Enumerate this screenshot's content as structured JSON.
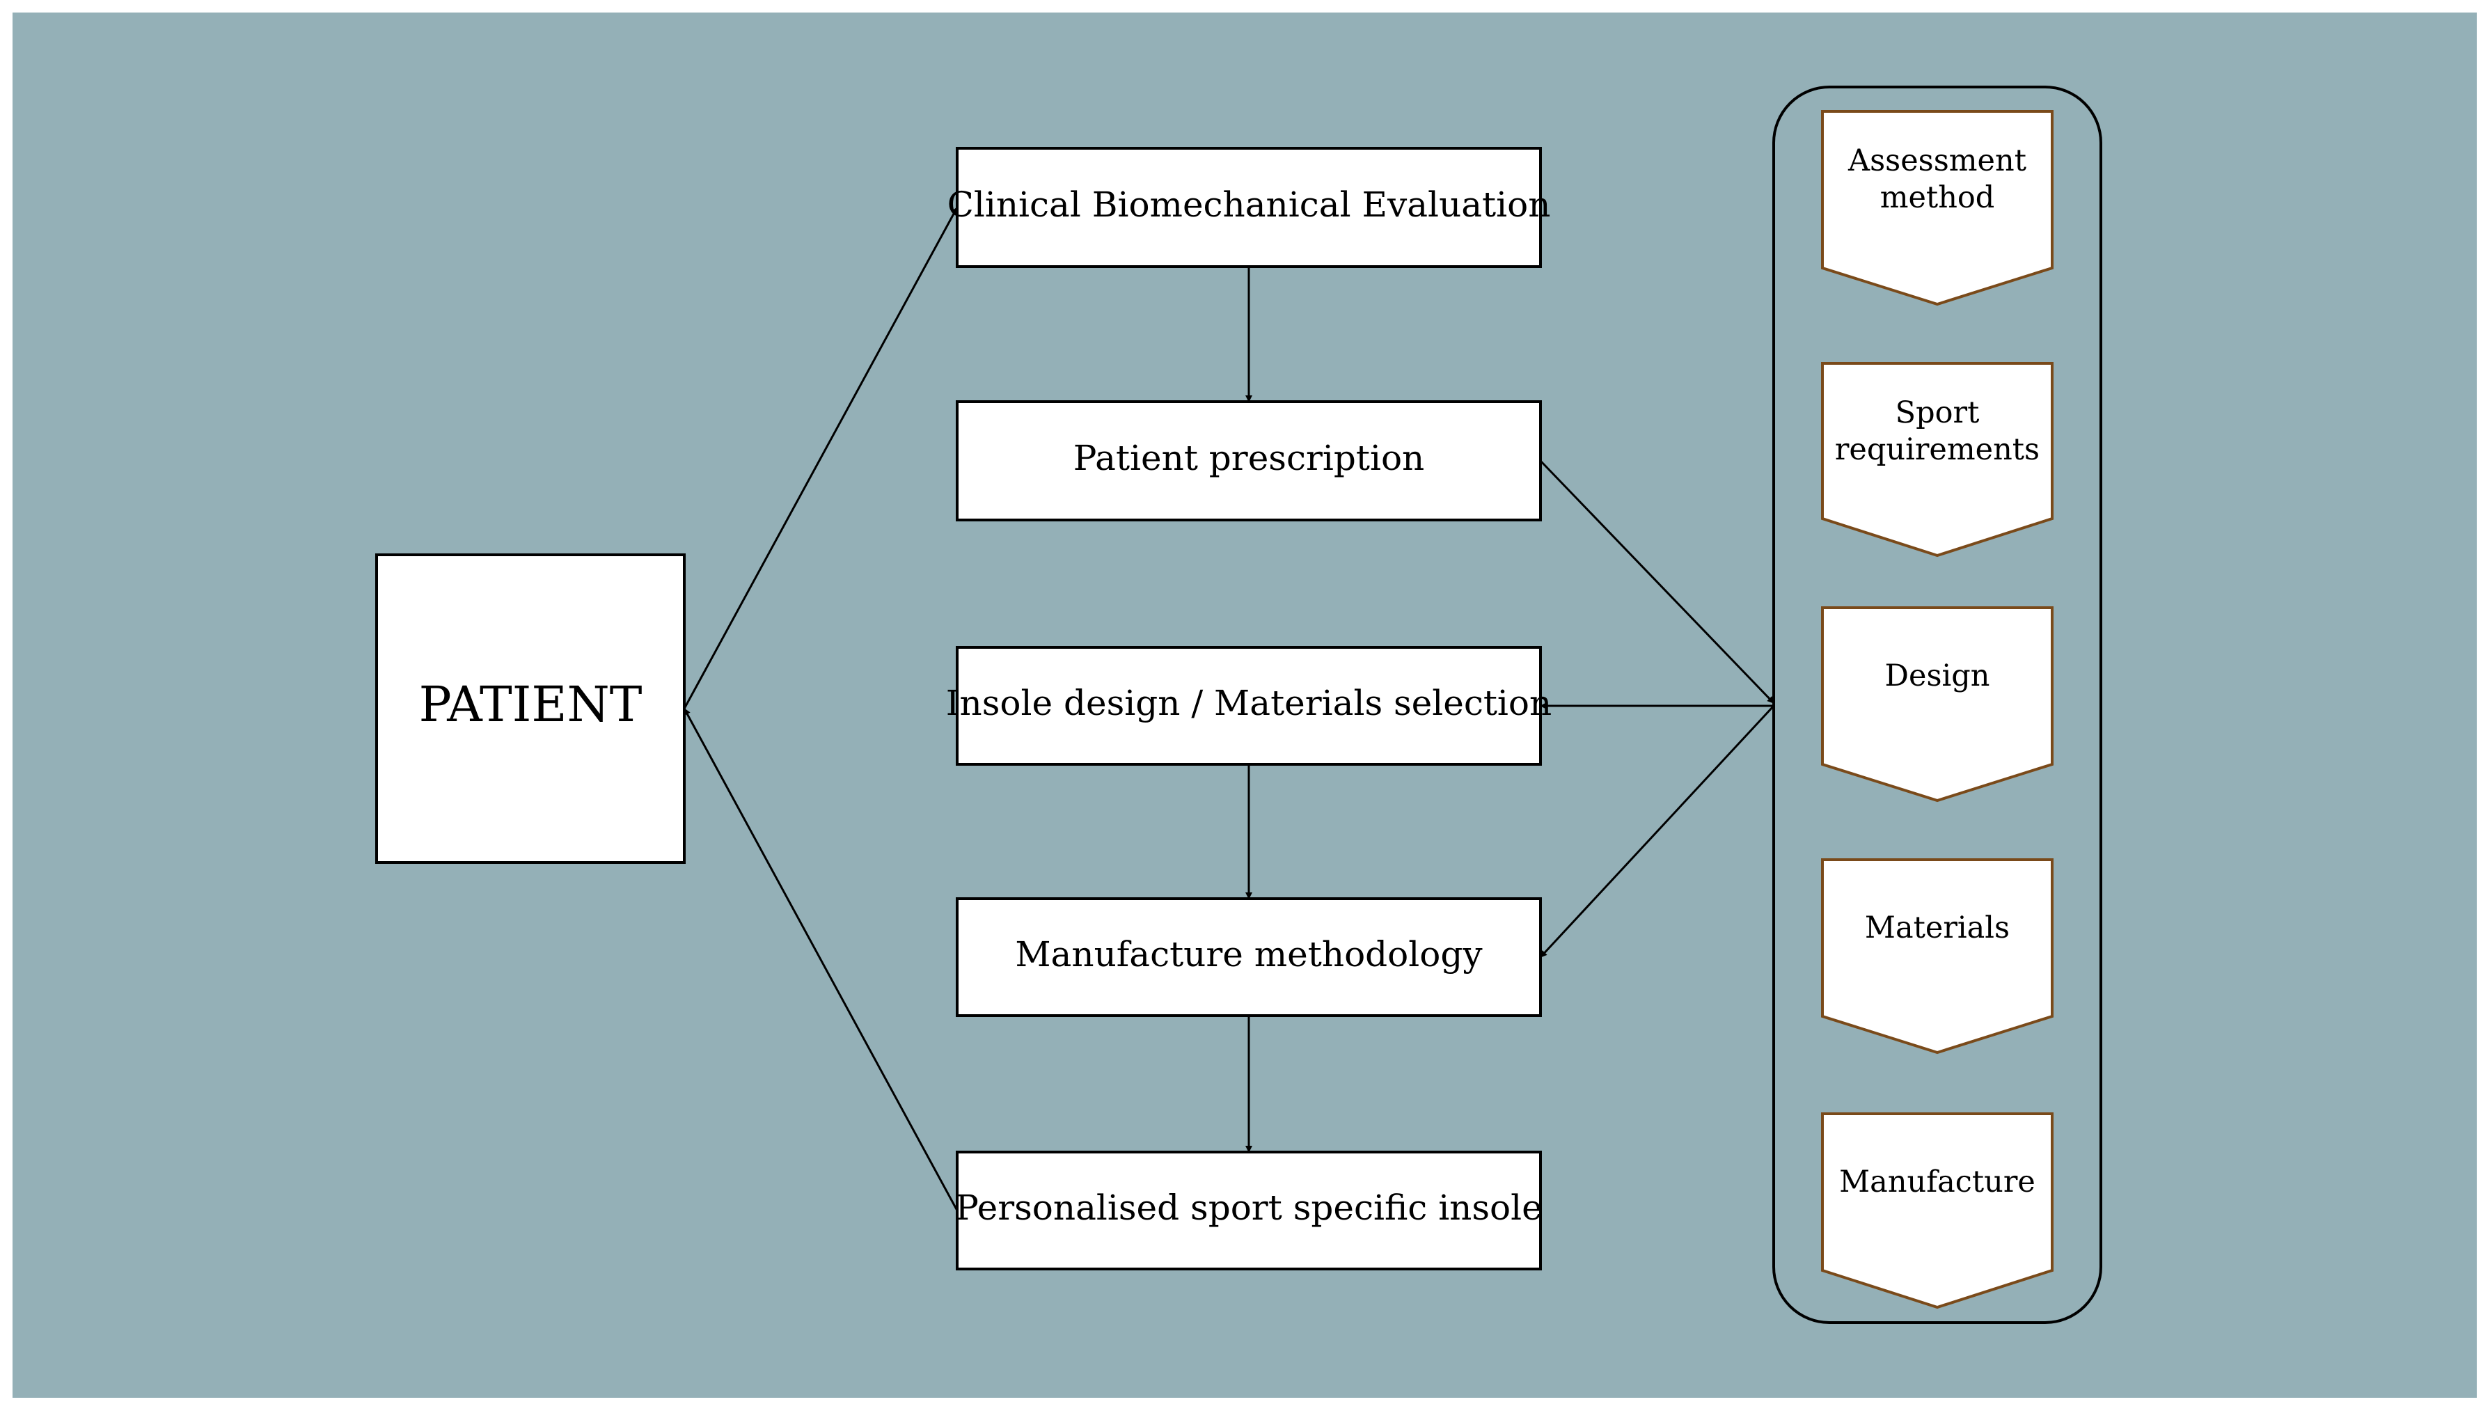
{
  "colors": {
    "background": "#94b0b7",
    "box_fill": "#ffffff",
    "box_stroke": "#000000",
    "chevron_stroke": "#7a4a1a",
    "arrow": "#000000"
  },
  "patient": {
    "label": "PATIENT"
  },
  "steps": [
    {
      "id": "clinical",
      "label": "Clinical Biomechanical Evaluation"
    },
    {
      "id": "prescription",
      "label": "Patient prescription"
    },
    {
      "id": "design",
      "label": "Insole design / Materials selection"
    },
    {
      "id": "manufacture",
      "label": "Manufacture methodology"
    },
    {
      "id": "insole",
      "label": "Personalised sport specific insole"
    }
  ],
  "panel": {
    "items": [
      {
        "id": "assessment",
        "lines": [
          "Assessment",
          "method"
        ]
      },
      {
        "id": "sport",
        "lines": [
          "Sport",
          "requirements"
        ]
      },
      {
        "id": "design",
        "lines": [
          "Design"
        ]
      },
      {
        "id": "materials",
        "lines": [
          "Materials"
        ]
      },
      {
        "id": "manufacture",
        "lines": [
          "Manufacture"
        ]
      }
    ]
  }
}
